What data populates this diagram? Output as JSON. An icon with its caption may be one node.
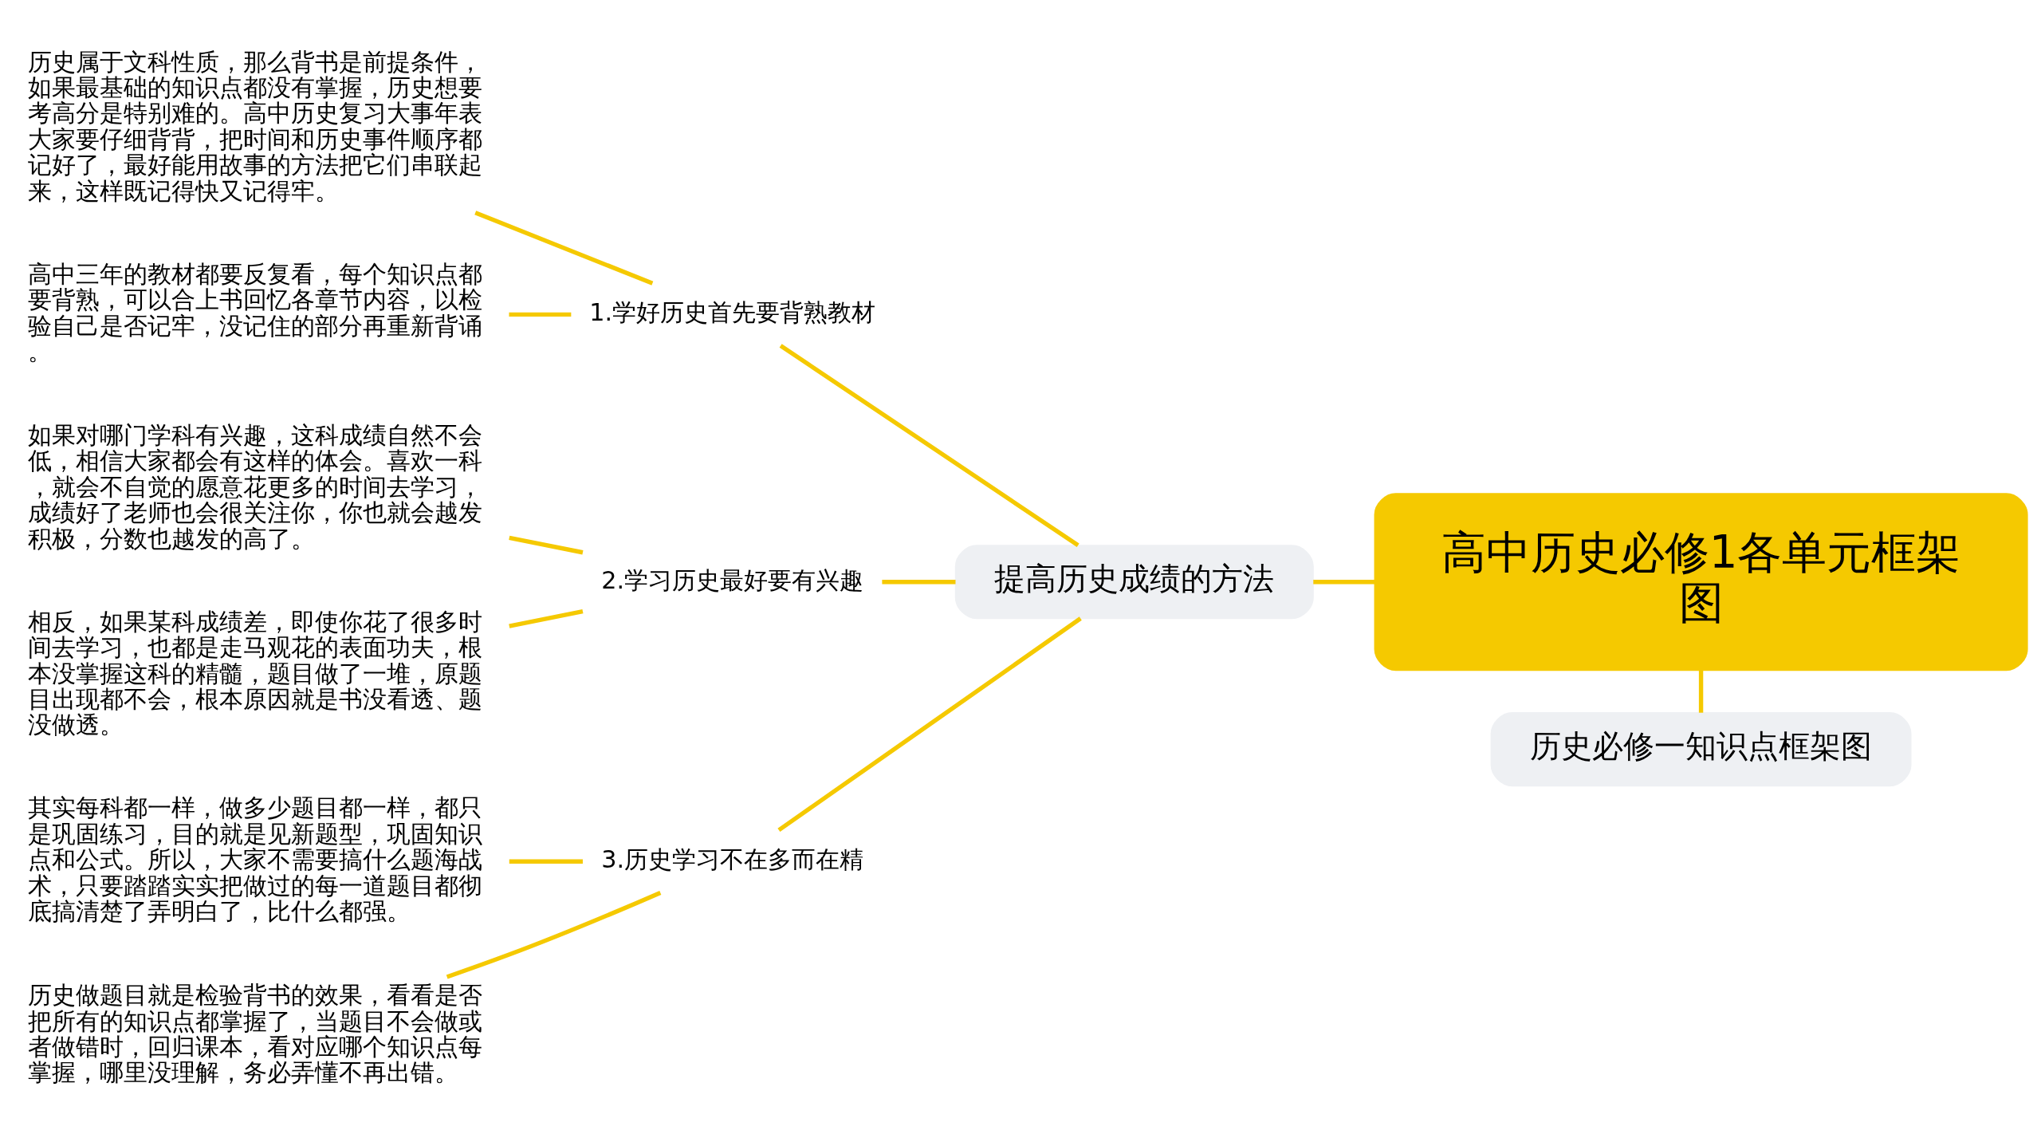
{
  "diagram": {
    "nodes": [
      {
        "text": [
          "高中历史必修1各单元框架图"
        ]
      },
      {
        "text": [
          "提高历史成绩的方法"
        ]
      },
      {
        "text": [
          "1.学好历史首先要背熟教材"
        ]
      },
      {
        "text": [
          "历史属于文科性质，那么背书是前提条件，如果最基础的知识点都没有掌握，历史想要考高分是特别难的。高中历史复习大事年表大家要仔细背背，把时间和历史事件顺序都记好了，最好能用故事的方法把它们串联起来，这样既记得快又记得牢。"
        ]
      },
      {
        "text": [
          "高中三年的教材都要反复看，每个知识点都要背熟，可以合上书回忆各章节内容，以检验自己是否记牢，没记住的部分再重新背诵。"
        ]
      },
      {
        "text": [
          "2.学习历史最好要有兴趣"
        ]
      },
      {
        "text": [
          "如果对哪门学科有兴趣，这科成绩自然不会低，相信大家都会有这样的体会。喜欢一科，就会不自觉的愿意花更多的时间去学习，成绩好了老师也会很关注你，你也就会越发积极，分数也越发的高了。"
        ]
      },
      {
        "text": [
          "相反，如果某科成绩差，即使你花了很多时间去学习，也都是走马观花的表面功夫，根本没掌握这科的精髓，题目做了一堆，原题目出现都不会，根本原因就是书没看透、题没做透。"
        ]
      },
      {
        "text": [
          "3.历史学习不在多而在精"
        ]
      },
      {
        "text": [
          "其实每科都一样，做多少题目都一样，都只是巩固练习，目的就是见新题型，巩固知识点和公式。所以，大家不需要搞什么题海战术，只要踏踏实实把做过的每一道题目都彻底搞清楚了弄明白了，比什么都强。"
        ]
      },
      {
        "text": [
          "历史做题目就是检验背书的效果，看看是否把所有的知识点都掌握了，当题目不会做或者做错时，回归课本，看对应哪个知识点每掌握，哪里没理解，务必弄懂不再出错。"
        ]
      },
      {
        "text": [
          "历史必修一知识点框架图"
        ]
      }
    ],
    "edges": [
      {
        "from": 0,
        "to": 1,
        "arrow": "none"
      },
      {
        "from": 1,
        "to": 2,
        "arrow": "none"
      },
      {
        "from": 2,
        "to": 3,
        "arrow": "none"
      },
      {
        "from": 2,
        "to": 4,
        "arrow": "none"
      },
      {
        "from": 1,
        "to": 5,
        "arrow": "none"
      },
      {
        "from": 5,
        "to": 6,
        "arrow": "none"
      },
      {
        "from": 5,
        "to": 7,
        "arrow": "none"
      },
      {
        "from": 1,
        "to": 8,
        "arrow": "none"
      },
      {
        "from": 8,
        "to": 9,
        "arrow": "none"
      },
      {
        "from": 8,
        "to": 10,
        "arrow": "none"
      },
      {
        "from": 0,
        "to": 11,
        "arrow": "none"
      }
    ]
  }
}
